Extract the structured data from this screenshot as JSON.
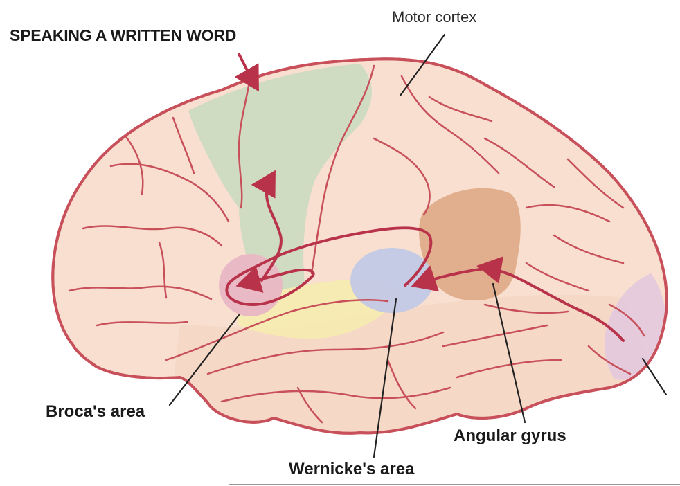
{
  "figure": {
    "heading": "SPEAKING A WRITTEN WORD",
    "labels": {
      "motor_cortex": "Motor cortex",
      "brocas_area": "Broca's area",
      "wernickes_area": "Wernicke's area",
      "angular_gyrus": "Angular gyrus"
    }
  },
  "colors": {
    "brain_fill": "#f8dfcf",
    "outline": "#c8505a",
    "motor_region": "#cddbc1",
    "brocas_region": "#e8b7c4",
    "wernickes_region": "#c3c9e6",
    "angular_region": "#dda782",
    "auditory_band": "#f6ebb1",
    "visual_region": "#e4c9dc",
    "pathway_arrow": "#b8324a",
    "leader_line": "#222222"
  }
}
